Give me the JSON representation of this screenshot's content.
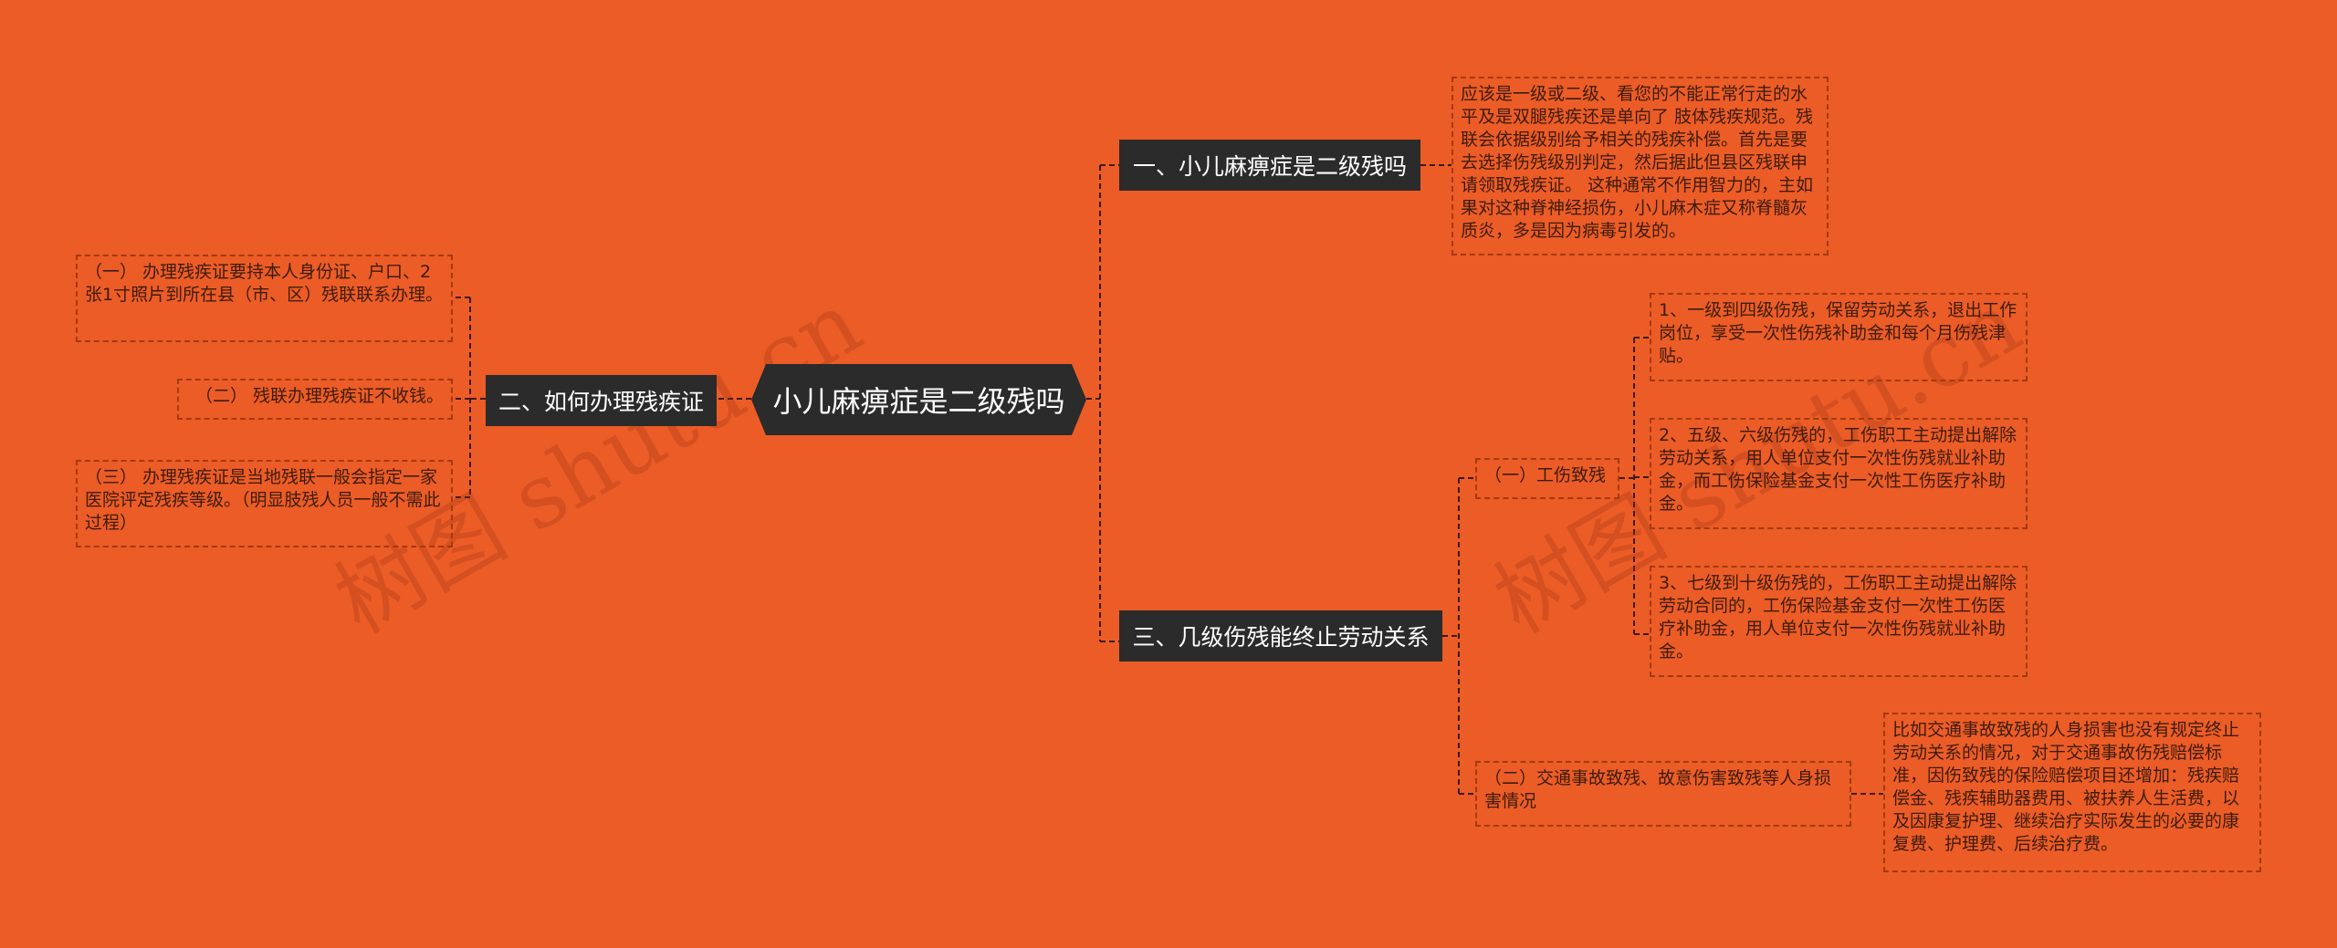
{
  "root": {
    "label": "小儿麻痹症是二级残吗"
  },
  "branches": {
    "b1": {
      "label": "一、小儿麻痹症是二级残吗",
      "leaf": "应该是一级或二级、看您的不能正常行走的水平及是双腿残疾还是单向了 肢体残疾规范。残联会依据级别给予相关的残疾补偿。首先是要去选择伤残级别判定，然后据此但县区残联申请领取残疾证。 这种通常不作用智力的，主如果对这种脊神经损伤，小儿麻木症又称脊髓灰质炎，多是因为病毒引发的。"
    },
    "b2": {
      "label": "二、如何办理残疾证",
      "leaves": [
        "（一） 办理残疾证要持本人身份证、户口、2张1寸照片到所在县（市、区）残联联系办理。",
        "（二） 残联办理残疾证不收钱。",
        "（三） 办理残疾证是当地残联一般会指定一家医院评定残疾等级。（明显肢残人员一般不需此过程）"
      ]
    },
    "b3": {
      "label": "三、几级伤残能终止劳动关系",
      "sub1": {
        "label": "（一）工伤致残",
        "leaves": [
          "1、一级到四级伤残，保留劳动关系，退出工作岗位，享受一次性伤残补助金和每个月伤残津贴。",
          "2、五级、六级伤残的，工伤职工主动提出解除劳动关系，用人单位支付一次性伤残就业补助金，而工伤保险基金支付一次性工伤医疗补助金。",
          "3、七级到十级伤残的，工伤职工主动提出解除劳动合同的，工伤保险基金支付一次性工伤医疗补助金，用人单位支付一次性伤残就业补助金。"
        ]
      },
      "sub2": {
        "label": "（二）交通事故致残、故意伤害致残等人身损害情况",
        "leaf": "比如交通事故致残的人身损害也没有规定终止劳动关系的情况，对于交通事故伤残赔偿标准，因伤致残的保险赔偿项目还增加：残疾赔偿金、残疾辅助器费用、被扶养人生活费，以及因康复护理、继续治疗实际发生的必要的康复费、护理费、后续治疗费。"
      }
    }
  },
  "watermarks": [
    "树图 shutu.cn",
    "树图 shutu.cn"
  ],
  "colors": {
    "background": "#ec5c26",
    "node": "#2b2b2b",
    "line": "#3a1a0c",
    "leaf_border": "#a33a10"
  }
}
